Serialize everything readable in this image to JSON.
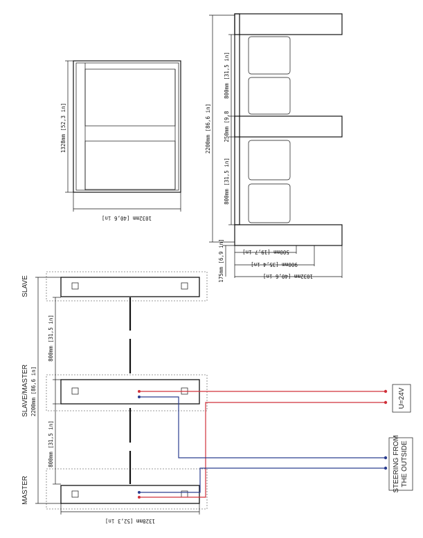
{
  "labels": {
    "master": "MASTER",
    "slave_master": "SLAVE/MASTER",
    "slave": "SLAVE",
    "voltage": "U=24V",
    "steering_line1": "STEERING FROM",
    "steering_line2": "THE OUTSIDE"
  },
  "dimensions": {
    "plan_total": "2200mm [86,6 in]",
    "plan_gap_left": "800mm [31,5 in]",
    "plan_gap_right": "800mm [31,5 in]",
    "plan_depth": "1328mm [52,3 in]",
    "front_height": "1328mm [52,3 in]",
    "front_width": "1032mm [40,6 in]",
    "side_total": "2200mm [86,6 in]",
    "side_gap_a": "800mm [31,5 in]",
    "side_post": "250mm [9,8",
    "side_gap_b": "800mm [31,5 in]",
    "side_175": "175mm [6,9 in]",
    "side_500": "500mm [19,7 in]",
    "side_900": "900mm [35,4 in]",
    "side_1032": "1032mm [40,6 in]"
  },
  "colors": {
    "power": "#d0303a",
    "signal": "#2a3d8f"
  }
}
